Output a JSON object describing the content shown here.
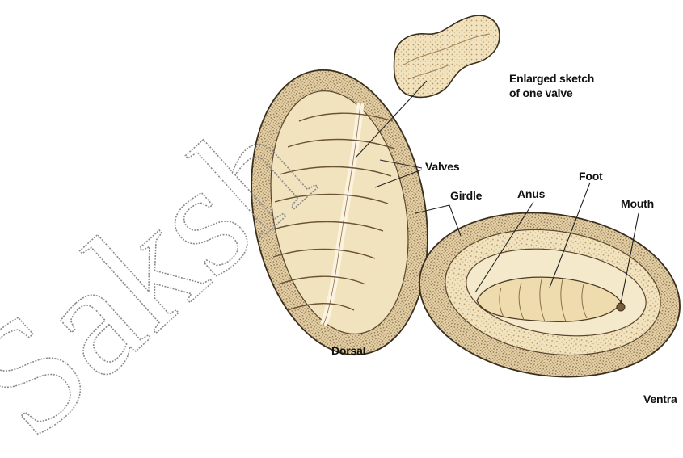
{
  "labels": {
    "enlarged_line1": "Enlarged sketch",
    "enlarged_line2": "of one valve",
    "valves": "Valves",
    "girdle": "Girdle",
    "anus": "Anus",
    "foot": "Foot",
    "mouth": "Mouth",
    "dorsal": "Dorsal",
    "ventral": "Ventra"
  },
  "watermark": {
    "text": "Saksh"
  },
  "colors": {
    "body_fill": "#f2e3bf",
    "shading": "#c9ad7a",
    "outline": "#3a2e1e",
    "watermark_outline": "#8a8a8a"
  }
}
